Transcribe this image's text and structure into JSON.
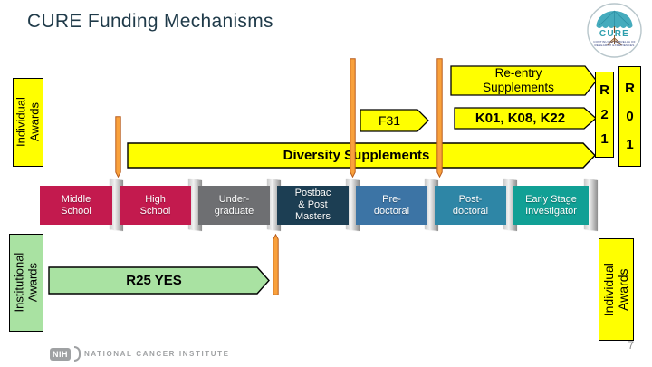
{
  "slide": {
    "title": "CURE Funding Mechanisms",
    "page_number": "7"
  },
  "header_logo": {
    "acronym": "CURE",
    "subtitle_line1": "CONTINUING UMBRELLA OF",
    "subtitle_line2": "RESEARCH EXPERIENCES"
  },
  "labels": {
    "individual_awards_top": {
      "lines": [
        "Individual",
        "Awards"
      ],
      "color": "#FFFF00"
    },
    "institutional_awards": {
      "lines": [
        "Institutional",
        "Awards"
      ],
      "color": "#A9E2A2"
    },
    "individual_awards_right": {
      "lines": [
        "Individual",
        "Awards"
      ],
      "color": "#FFFF00"
    }
  },
  "awards": {
    "reentry": {
      "lines": [
        "Re-entry",
        "Supplements"
      ],
      "color": "#FFFF00"
    },
    "f31": {
      "label": "F31",
      "color": "#FFFF00"
    },
    "k_series": {
      "label": "K01, K08, K22",
      "color": "#FFFF00"
    },
    "diversity": {
      "label": "Diversity Supplements",
      "color": "#FFFF00"
    },
    "r21": {
      "chars": [
        "R",
        "2",
        "1"
      ],
      "color": "#FFFF00"
    },
    "r01": {
      "chars": [
        "R",
        "0",
        "1"
      ],
      "color": "#FFFF00"
    },
    "r25": {
      "label": "R25 YES",
      "color": "#A9E2A2"
    }
  },
  "connectors": {
    "color": "#F9A13C",
    "border": "#B85C1C"
  },
  "pipeline": {
    "stages": [
      {
        "lines": [
          "Middle",
          "School"
        ],
        "color": "#C31A4E"
      },
      {
        "lines": [
          "High",
          "School"
        ],
        "color": "#C31A4E"
      },
      {
        "lines": [
          "Under-",
          "graduate"
        ],
        "color": "#6E6F72"
      },
      {
        "lines": [
          "Postbac",
          "& Post",
          "Masters"
        ],
        "color": "#1C3E53"
      },
      {
        "lines": [
          "Pre-",
          "doctoral"
        ],
        "color": "#3C74A5"
      },
      {
        "lines": [
          "Post-",
          "doctoral"
        ],
        "color": "#2E86A6"
      },
      {
        "lines": [
          "Early Stage",
          "Investigator"
        ],
        "color": "#11A095"
      }
    ]
  },
  "footer": {
    "nih_acronym": "NIH",
    "institute": "NATIONAL CANCER INSTITUTE"
  }
}
